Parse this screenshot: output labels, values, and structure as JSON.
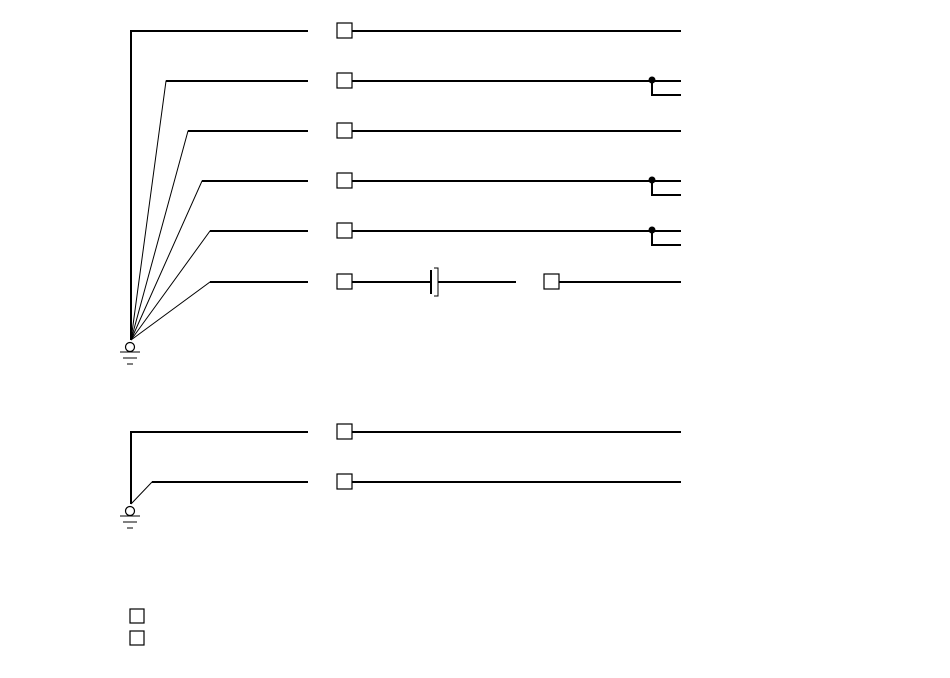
{
  "diagram": {
    "type": "wiring-schematic",
    "groups": [
      {
        "name": "upper-group",
        "lines": [
          {
            "kind": "plain"
          },
          {
            "kind": "split"
          },
          {
            "kind": "plain"
          },
          {
            "kind": "split"
          },
          {
            "kind": "split"
          },
          {
            "kind": "capacitor"
          }
        ]
      },
      {
        "name": "lower-group",
        "lines": [
          {
            "kind": "plain"
          },
          {
            "kind": "plain"
          }
        ]
      }
    ],
    "legend_boxes": 2,
    "colors": {
      "line": "#000000",
      "background": "#ffffff"
    }
  }
}
